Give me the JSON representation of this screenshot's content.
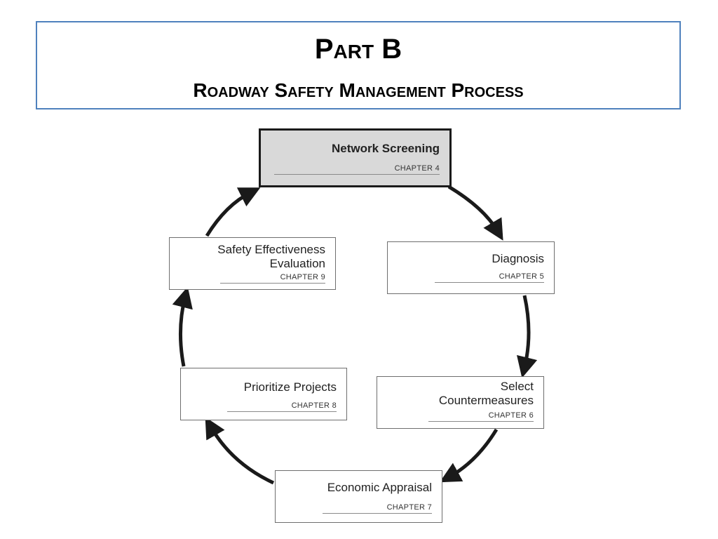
{
  "title": {
    "main": "Part B",
    "sub": "Roadway Safety Management Process"
  },
  "diagram": {
    "nodes": {
      "network_screening": {
        "label": "Network Screening",
        "chapter": "CHAPTER 4"
      },
      "diagnosis": {
        "label": "Diagnosis",
        "chapter": "CHAPTER 5"
      },
      "select_countermeasures": {
        "label_line1": "Select",
        "label_line2": "Countermeasures",
        "chapter": "CHAPTER 6"
      },
      "economic_appraisal": {
        "label": "Economic Appraisal",
        "chapter": "CHAPTER 7"
      },
      "prioritize_projects": {
        "label": "Prioritize Projects",
        "chapter": "CHAPTER 8"
      },
      "safety_effectiveness_evaluation": {
        "label_line1": "Safety Effectiveness",
        "label_line2": "Evaluation",
        "chapter": "CHAPTER 9"
      }
    },
    "colors": {
      "title_border": "#4f81bd",
      "primary_fill": "#d9d9d9",
      "arrow": "#1a1a1a"
    }
  }
}
